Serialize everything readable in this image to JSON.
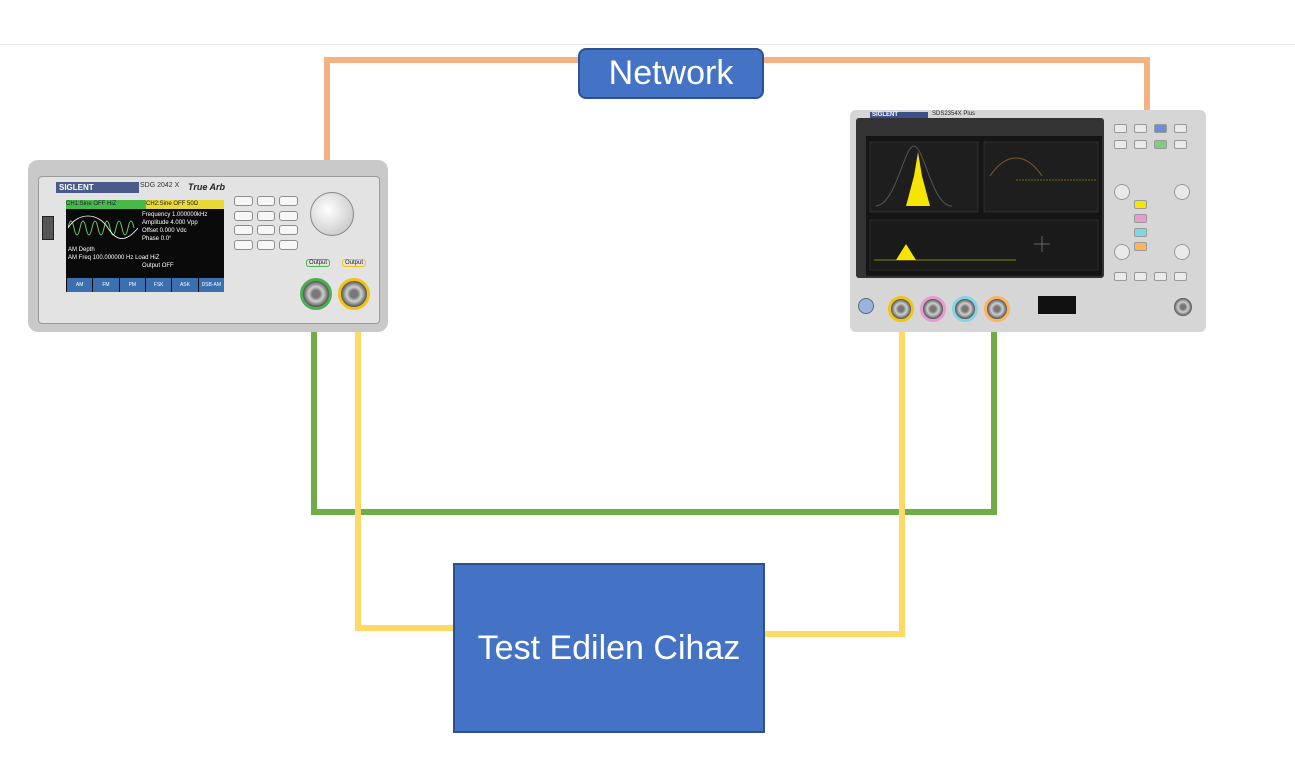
{
  "diagram": {
    "network_label": "Network",
    "dut_label": "Test Edilen Cihaz"
  },
  "colors": {
    "network_wire": "#f4b183",
    "ch1_wire": "#70ad47",
    "ch2_wire": "#ffd966",
    "box_fill": "#4472c4",
    "box_border": "#2f528f"
  },
  "generator": {
    "brand": "SIGLENT",
    "model": "SDG 2042 X",
    "true_arb": "True Arb",
    "ch1_status": "CH1:Sine OFF HiZ",
    "ch2_status": "CH2:Sine OFF 50Ω",
    "freq_label": "Frequency",
    "freq_value": "1.000000kHz",
    "amp_label": "Amplitude",
    "amp_value": "4.000 Vpp",
    "offset_label": "Offset",
    "offset_value": "0.000 Vdc",
    "phase_label": "Phase",
    "phase_value": "0.0°",
    "am_depth_label": "AM Depth",
    "am_freq_label": "AM Freq",
    "am_freq_value": "100.000000 Hz",
    "load_label": "Load",
    "load_value": "HiZ",
    "output_label": "Output",
    "output_value": "OFF",
    "softkeys": [
      "AM",
      "FM",
      "PM",
      "FSK",
      "ASK",
      "DSB-AM"
    ],
    "port1_label": "Output",
    "port2_label": "Output"
  },
  "oscilloscope": {
    "brand": "SIGLENT",
    "model": "SDS2354X Plus"
  }
}
